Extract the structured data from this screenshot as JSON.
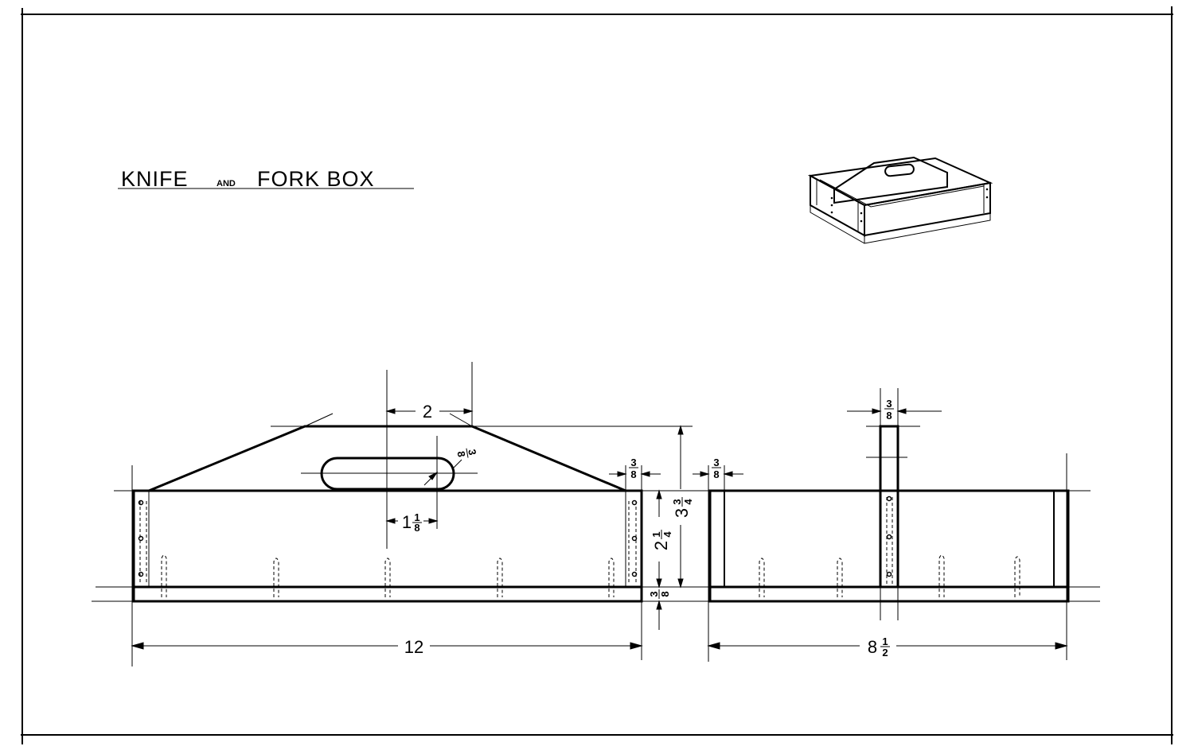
{
  "title": {
    "part1": "KNIFE",
    "connector": "AND",
    "part2": "FORK BOX"
  },
  "dimensions": {
    "handle_top_width": "2",
    "slot_width_whole": "1",
    "slot_width_num": "1",
    "slot_width_den": "8",
    "slot_radius_num": "3",
    "slot_radius_den": "8",
    "end_thickness_num": "3",
    "end_thickness_den": "8",
    "side_height_whole": "2",
    "side_height_num": "1",
    "side_height_den": "4",
    "total_height_whole": "3",
    "total_height_num": "3",
    "total_height_den": "4",
    "bottom_thickness_num": "3",
    "bottom_thickness_den": "8",
    "overall_length": "12",
    "right_end_thickness_num": "3",
    "right_end_thickness_den": "8",
    "partition_thickness_num": "3",
    "partition_thickness_den": "8",
    "overall_width_whole": "8",
    "overall_width_num": "1",
    "overall_width_den": "2"
  }
}
